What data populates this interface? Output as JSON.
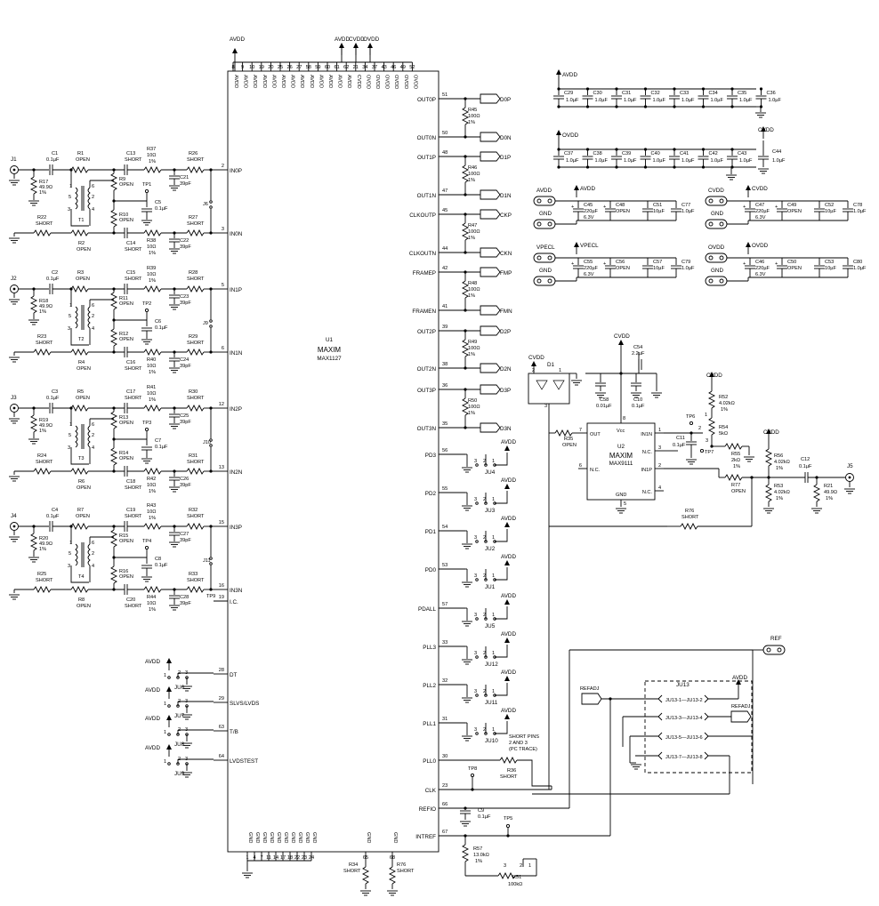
{
  "main_chip": {
    "ref": "U1",
    "part": "MAX1127",
    "logo": "MAXIM",
    "top_left_rail": "AVDD",
    "top_rails": [
      "AVDD",
      "CVDD",
      "OVDD"
    ],
    "top_pins": [
      "8",
      "9",
      "10",
      "19",
      "20",
      "25",
      "26",
      "27",
      "58",
      "59",
      "60",
      "61",
      "62",
      "21",
      "34",
      "37",
      "43",
      "46",
      "49",
      "52"
    ],
    "top_pin_names": [
      "AVDD",
      "AVDD",
      "AVDD",
      "AVDD",
      "AVDD",
      "AVDD",
      "AVDD",
      "AVDD",
      "AVDD",
      "AVDD",
      "AVDD",
      "AVDD",
      "AVDD",
      "CVDD",
      "OVDD",
      "OVDD",
      "OVDD",
      "OVDD",
      "OVDD",
      "OVDD"
    ],
    "bottom_pins": [
      "1",
      "4",
      "7",
      "11",
      "14",
      "17",
      "18",
      "22",
      "23",
      "24",
      "65",
      "68"
    ],
    "bottom_pin_names": [
      "GND",
      "GND",
      "GND",
      "GND",
      "GND",
      "GND",
      "GND",
      "GND",
      "GND",
      "GND",
      "GND",
      "GND"
    ],
    "left_pins": [
      {
        "num": "2",
        "name": "IN0P"
      },
      {
        "num": "3",
        "name": "IN0N"
      },
      {
        "num": "5",
        "name": "IN1P"
      },
      {
        "num": "6",
        "name": "IN1N"
      },
      {
        "num": "12",
        "name": "IN2P"
      },
      {
        "num": "13",
        "name": "IN2N"
      },
      {
        "num": "15",
        "name": "IN3P"
      },
      {
        "num": "16",
        "name": "IN3N"
      },
      {
        "num": "19",
        "name": "I.C."
      },
      {
        "num": "28",
        "name": "DT"
      },
      {
        "num": "29",
        "name": "SLVS/LVDS"
      },
      {
        "num": "63",
        "name": "T/B"
      },
      {
        "num": "64",
        "name": "LVDSTEST"
      }
    ],
    "right_pins": [
      {
        "num": "51",
        "name": "OUT0P"
      },
      {
        "num": "50",
        "name": "OUT0N"
      },
      {
        "num": "48",
        "name": "OUT1P"
      },
      {
        "num": "47",
        "name": "OUT1N"
      },
      {
        "num": "45",
        "name": "CLKOUTP"
      },
      {
        "num": "44",
        "name": "CLKOUTN"
      },
      {
        "num": "42",
        "name": "FRAMEP"
      },
      {
        "num": "41",
        "name": "FRAMEN"
      },
      {
        "num": "39",
        "name": "OUT2P"
      },
      {
        "num": "38",
        "name": "OUT2N"
      },
      {
        "num": "36",
        "name": "OUT3P"
      },
      {
        "num": "35",
        "name": "OUT3N"
      },
      {
        "num": "56",
        "name": "PD3"
      },
      {
        "num": "55",
        "name": "PD2"
      },
      {
        "num": "54",
        "name": "PD1"
      },
      {
        "num": "53",
        "name": "PD0"
      },
      {
        "num": "57",
        "name": "PDALL"
      },
      {
        "num": "33",
        "name": "PLL3"
      },
      {
        "num": "32",
        "name": "PLL2"
      },
      {
        "num": "31",
        "name": "PLL1"
      },
      {
        "num": "30",
        "name": "PLL0"
      },
      {
        "num": "23",
        "name": "CLK"
      },
      {
        "num": "66",
        "name": "REFIO"
      },
      {
        "num": "67",
        "name": "INTREF"
      }
    ]
  },
  "lvds_outputs": [
    {
      "res": "R45",
      "p": "D0P",
      "n": "D0N"
    },
    {
      "res": "R46",
      "p": "D1P",
      "n": "D1N"
    },
    {
      "res": "R47",
      "p": "CKP",
      "n": "CKN"
    },
    {
      "res": "R48",
      "p": "FMP",
      "n": "FMN"
    },
    {
      "res": "R49",
      "p": "D2P",
      "n": "D2N"
    },
    {
      "res": "R50",
      "p": "D3P",
      "n": "D3N"
    }
  ],
  "lvds_res_values": [
    "100Ω",
    "1%"
  ],
  "pd_jumpers": [
    {
      "ref": "JU4",
      "rail": "AVDD"
    },
    {
      "ref": "JU3",
      "rail": "AVDD"
    },
    {
      "ref": "JU2",
      "rail": "AVDD"
    },
    {
      "ref": "JU1",
      "rail": "AVDD"
    },
    {
      "ref": "JU5",
      "rail": "AVDD"
    },
    {
      "ref": "JU12",
      "rail": "AVDD"
    },
    {
      "ref": "JU11",
      "rail": "AVDD"
    },
    {
      "ref": "JU10",
      "rail": "AVDD"
    }
  ],
  "pll0": {
    "res": "R36",
    "value": "SHORT",
    "tp": "TP8",
    "note_lines": [
      "SHORT PINS",
      "2 AND 3",
      "(PC TRACE)"
    ]
  },
  "left_jumpers": [
    {
      "ref": "JU6",
      "rail": "AVDD"
    },
    {
      "ref": "JU7",
      "rail": "AVDD"
    },
    {
      "ref": "JU8",
      "rail": "AVDD"
    },
    {
      "ref": "JU9",
      "rail": "AVDD"
    }
  ],
  "channels": [
    {
      "conn": "J1",
      "cap": "C1",
      "cap_val": "0.1µF",
      "rtop": "R1",
      "rtop_val": "OPEN",
      "rterm": "R17",
      "rterm_vals": [
        "49.9Ω",
        "1%"
      ],
      "rser": "R22",
      "rser_val": "SHORT",
      "rbot": "R2",
      "rbot_val": "OPEN",
      "xfmr": "T1",
      "csh": "C13",
      "csh_val": "SHORT",
      "csh2": "C14",
      "csh2_val": "SHORT",
      "r_a": "R9",
      "r_a_val": "OPEN",
      "r_b": "R10",
      "r_b_val": "OPEN",
      "tp": "TP1",
      "cmid": "C5",
      "cmid_val": "0.1µF",
      "rin_p": "R37",
      "rin_n": "R38",
      "rin_vals": [
        "10Ω",
        "1%"
      ],
      "rsp": "R26",
      "rsp_val": "SHORT",
      "rsn": "R27",
      "rsn_val": "SHORT",
      "cp": "C21",
      "cn": "C22",
      "c_val": "39pF",
      "jumper": "J6"
    },
    {
      "conn": "J2",
      "cap": "C2",
      "cap_val": "0.1µF",
      "rtop": "R3",
      "rtop_val": "OPEN",
      "rterm": "R18",
      "rterm_vals": [
        "49.9Ω",
        "1%"
      ],
      "rser": "R23",
      "rser_val": "SHORT",
      "rbot": "R4",
      "rbot_val": "OPEN",
      "xfmr": "T2",
      "csh": "C15",
      "csh_val": "SHORT",
      "csh2": "C16",
      "csh2_val": "SHORT",
      "r_a": "R11",
      "r_a_val": "OPEN",
      "r_b": "R12",
      "r_b_val": "OPEN",
      "tp": "TP2",
      "cmid": "C6",
      "cmid_val": "0.1µF",
      "rin_p": "R39",
      "rin_n": "R40",
      "rin_vals": [
        "10Ω",
        "1%"
      ],
      "rsp": "R28",
      "rsp_val": "SHORT",
      "rsn": "R29",
      "rsn_val": "SHORT",
      "cp": "C23",
      "cn": "C24",
      "c_val": "39pF",
      "jumper": "J9"
    },
    {
      "conn": "J3",
      "cap": "C3",
      "cap_val": "0.1µF",
      "rtop": "R5",
      "rtop_val": "OPEN",
      "rterm": "R19",
      "rterm_vals": [
        "49.9Ω",
        "1%"
      ],
      "rser": "R24",
      "rser_val": "SHORT",
      "rbot": "R6",
      "rbot_val": "OPEN",
      "xfmr": "T3",
      "csh": "C17",
      "csh_val": "SHORT",
      "csh2": "C18",
      "csh2_val": "SHORT",
      "r_a": "R13",
      "r_a_val": "OPEN",
      "r_b": "R14",
      "r_b_val": "OPEN",
      "tp": "TP3",
      "cmid": "C7",
      "cmid_val": "0.1µF",
      "rin_p": "R41",
      "rin_n": "R42",
      "rin_vals": [
        "10Ω",
        "1%"
      ],
      "rsp": "R30",
      "rsp_val": "SHORT",
      "rsn": "R31",
      "rsn_val": "SHORT",
      "cp": "C25",
      "cn": "C26",
      "c_val": "39pF",
      "jumper": "J10"
    },
    {
      "conn": "J4",
      "cap": "C4",
      "cap_val": "0.1µF",
      "rtop": "R7",
      "rtop_val": "OPEN",
      "rterm": "R20",
      "rterm_vals": [
        "49.9Ω",
        "1%"
      ],
      "rser": "R25",
      "rser_val": "SHORT",
      "rbot": "R8",
      "rbot_val": "OPEN",
      "xfmr": "T4",
      "csh": "C19",
      "csh_val": "SHORT",
      "csh2": "C20",
      "csh2_val": "SHORT",
      "r_a": "R15",
      "r_a_val": "OPEN",
      "r_b": "R16",
      "r_b_val": "OPEN",
      "tp": "TP4",
      "cmid": "C8",
      "cmid_val": "0.1µF",
      "rin_p": "R43",
      "rin_n": "R44",
      "rin_vals": [
        "10Ω",
        "1%"
      ],
      "rsp": "R32",
      "rsp_val": "SHORT",
      "rsn": "R33",
      "rsn_val": "SHORT",
      "cp": "C27",
      "cn": "C28",
      "c_val": "39pF",
      "jumper": "J11"
    }
  ],
  "decoupling": [
    {
      "rail": "AVDD",
      "caps": [
        "C29",
        "C30",
        "C31",
        "C32",
        "C33",
        "C34",
        "C35",
        "C36"
      ],
      "value": "1.0µF"
    },
    {
      "rail": "OVDD",
      "caps": [
        "C37",
        "C38",
        "C39",
        "C40",
        "C41",
        "C42",
        "C43",
        "C44"
      ],
      "value": "1.0µF",
      "c44_rail": "CVDD"
    }
  ],
  "power_blocks": [
    {
      "pad_rail": "AVDD",
      "gnd": "GND",
      "rail": "AVDD",
      "elec": "C45",
      "elec_vals": [
        "220µF",
        "6.3V"
      ],
      "c2": "C48",
      "c2_val": "OPEN",
      "c3": "C51",
      "c3_val": "10µF",
      "c4": "C77",
      "c4_val": "1.0µF"
    },
    {
      "pad_rail": "CVDD",
      "gnd": "GND",
      "rail": "CVDD",
      "elec": "C47",
      "elec_vals": [
        "220µF",
        "6.3V"
      ],
      "c2": "C49",
      "c2_val": "OPEN",
      "c3": "C52",
      "c3_val": "10µF",
      "c4": "C78",
      "c4_val": "1.0µF"
    },
    {
      "pad_rail": "VPECL",
      "gnd": "GND",
      "rail": "VPECL",
      "elec": "C55",
      "elec_vals": [
        "220µF",
        "6.3V"
      ],
      "c2": "C56",
      "c2_val": "OPEN",
      "c3": "C57",
      "c3_val": "10µF",
      "c4": "C79",
      "c4_val": "1.0µF"
    },
    {
      "pad_rail": "OVDD",
      "gnd": "GND",
      "rail": "OVDD",
      "elec": "C46",
      "elec_vals": [
        "220µF",
        "6.3V"
      ],
      "c2": "C50",
      "c2_val": "OPEN",
      "c3": "C53",
      "c3_val": "10µF",
      "c4": "C80",
      "c4_val": "1.0µF"
    }
  ],
  "clock_chip": {
    "ref": "U2",
    "part": "MAX9111",
    "logo": "MAXIM",
    "pins": [
      {
        "num": "7",
        "name": "OUT"
      },
      {
        "num": "8",
        "name": "Vcc"
      },
      {
        "num": "1",
        "name": "IN1N"
      },
      {
        "num": "3",
        "name": "N.C."
      },
      {
        "num": "2",
        "name": "IN1P"
      },
      {
        "num": "4",
        "name": "N.C."
      },
      {
        "num": "6",
        "name": "N.C."
      },
      {
        "num": "5",
        "name": "GND"
      }
    ],
    "d1": "D1",
    "cvdd": "CVDD",
    "c54": "C54",
    "c54_val": "2.2µF",
    "c58": "C58",
    "c58_val": "0.01µF",
    "c10": "C10",
    "c10_val": "0.1µF",
    "r35": "R35",
    "r35_val": "OPEN",
    "c11": "C11",
    "c11_val": "0.1µF",
    "tp6": "TP6",
    "tp7": "TP7",
    "r52": "R52",
    "r52_vals": [
      "4.02kΩ",
      "1%"
    ],
    "r54": "R54",
    "r54_val": "5kΩ",
    "r55": "R55",
    "r55_vals": [
      "2kΩ",
      "1%"
    ],
    "r56": "R56",
    "r56_vals": [
      "4.02kΩ",
      "1%"
    ],
    "r53": "R53",
    "r53_vals": [
      "4.02kΩ",
      "1%"
    ],
    "c12": "C12",
    "c12_val": "0.1µF",
    "r21": "R21",
    "r21_vals": [
      "49.9Ω",
      "1%"
    ],
    "j5": "J5",
    "r77": "R77",
    "r77_val": "OPEN",
    "r76": "R76",
    "r76_val": "SHORT",
    "cvdd2": "CVDD"
  },
  "ref_section": {
    "ref_pad": "REF",
    "refadj_left": "REFADJ",
    "jumper": "JU13",
    "rail": "AVDD",
    "refadj_right": "REFADJ",
    "rows": [
      "JU13-1",
      "JU13-2",
      "JU13-3",
      "JU13-4",
      "JU13-5",
      "JU13-6",
      "JU13-7",
      "JU13-8"
    ],
    "c9": "C9",
    "c9_val": "0.1µF",
    "tp5": "TP5",
    "r57": "R57",
    "r57_vals": [
      "13.0kΩ",
      "1%"
    ],
    "r51": "R51",
    "r51_val": "100kΩ",
    "r34": "R34",
    "r34_val": "SHORT",
    "r76b": "R76",
    "r76b_val": "SHORT"
  }
}
